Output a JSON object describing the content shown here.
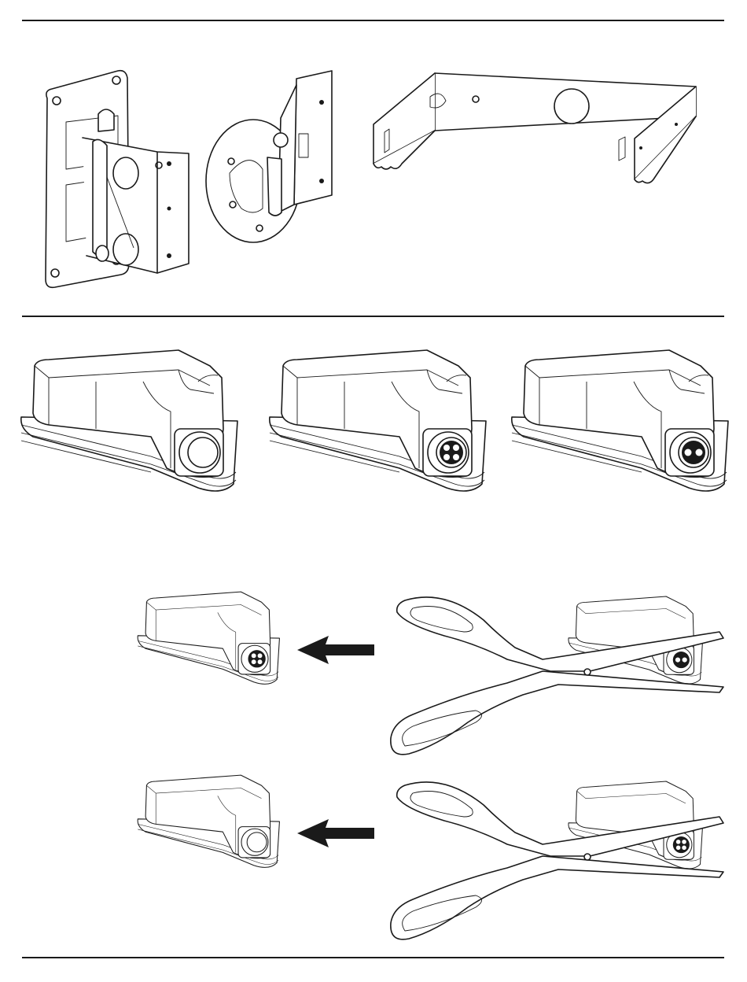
{
  "figure": {
    "sections": [
      {
        "name": "mounting-hardware",
        "items": [
          "wall-mount-bracket",
          "round-base-bracket",
          "u-bracket"
        ]
      },
      {
        "name": "connector-covers",
        "items": [
          "cover-open",
          "cover-four-pin",
          "cover-two-pin"
        ]
      },
      {
        "name": "trimming-instructions",
        "rows": [
          {
            "result": "cover-four-pin",
            "tool": "scissors-icon",
            "source": "cover-two-pin"
          },
          {
            "result": "cover-open",
            "tool": "scissors-icon",
            "source": "cover-four-pin"
          }
        ]
      }
    ],
    "line_color": "#1a1a1a",
    "background": "#ffffff"
  }
}
